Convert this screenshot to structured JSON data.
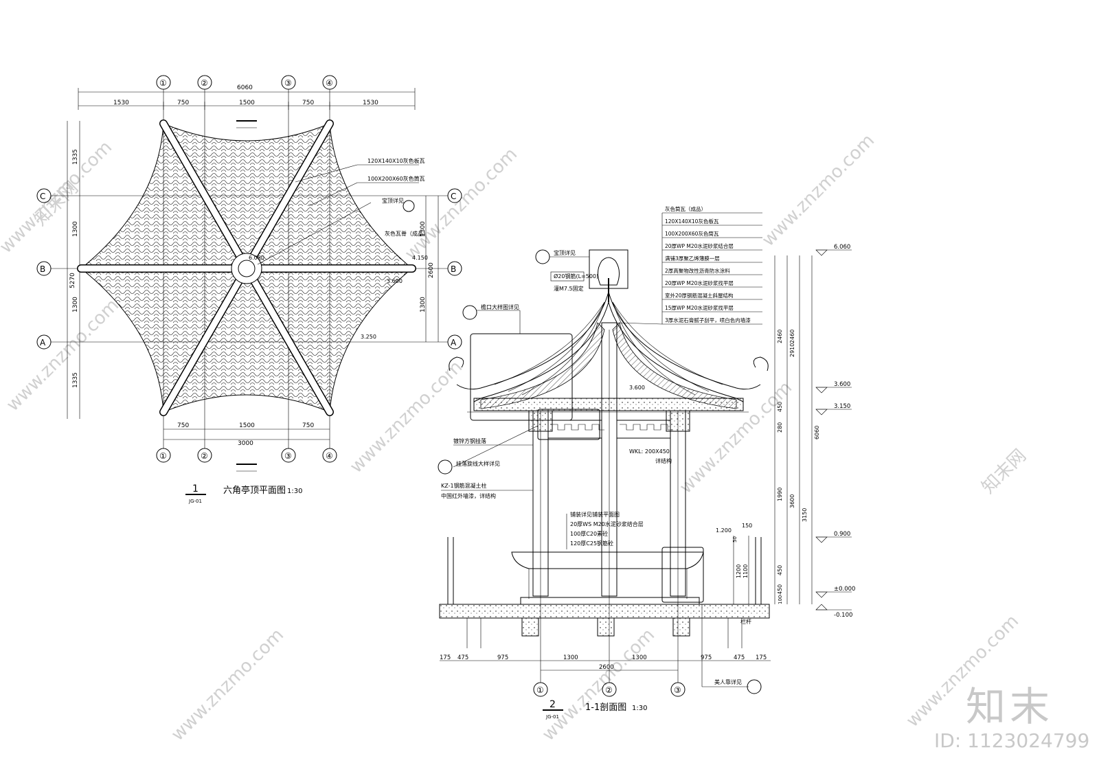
{
  "plan": {
    "title": "六角亭顶平面图",
    "scale": "1:30",
    "drawing_no": "1",
    "sheet_ref": "JG-01",
    "grid_cols": [
      "①",
      "②",
      "③",
      "④"
    ],
    "grid_rows": [
      "C",
      "B",
      "A"
    ],
    "dim_top_total": "6060",
    "dim_top_parts": [
      "1530",
      "750",
      "1500",
      "750",
      "1530"
    ],
    "dim_bottom_parts": [
      "750",
      "1500",
      "750"
    ],
    "dim_bottom_total": "3000",
    "dim_left_total": "5270",
    "dim_left_parts": [
      "1335",
      "1300",
      "1300",
      "1335"
    ],
    "dim_right_total": "2600",
    "dim_right_parts": [
      "1300",
      "1300"
    ],
    "callouts": [
      "120X140X10灰色板瓦",
      "100X200X60灰色筒瓦",
      "宝顶详见",
      "灰色瓦脊（成品）"
    ],
    "elevations": [
      "6.060",
      "4.150",
      "3.600",
      "3.250"
    ]
  },
  "section": {
    "title": "1-1剖面图",
    "scale": "1:30",
    "drawing_no": "2",
    "sheet_ref": "JG-01",
    "grid_cols": [
      "①",
      "②",
      "③"
    ],
    "roof_layers": [
      "灰色筒瓦（成品）",
      "120X140X10灰色板瓦",
      "100X200X60灰色筒瓦",
      "20厚WP M20水泥砂浆结合层",
      "满铺3厚聚乙烯薄膜一层",
      "2厚高聚物改性沥青防水涂料",
      "20厚WP M20水泥砂浆找平层",
      "室外20厚钢筋混凝土斜屋结构",
      "15厚WP M20水泥砂浆找平层",
      "3厚水泥石膏腻子刮平，喷白色内墙漆"
    ],
    "left_notes": [
      "宝顶详见",
      "Ø20钢筋(L=500)",
      "灌M7.5固定",
      "檐口大样图详见",
      "镀锌方钢挂落",
      "挂落旋线大样详见",
      "KZ-1钢筋混凝土柱",
      "中国红外墙漆，详结构"
    ],
    "floor_notes": [
      "铺装详见铺装平面图",
      "20厚WS M20水泥砂浆结合层",
      "100厚C20素砼",
      "120厚C25钢筋砼"
    ],
    "beam_note": "WKL: 200X450",
    "beam_note2": "详结构",
    "bench_note": "美人靠详见",
    "rail_note": "栏杆",
    "levels": [
      "6.060",
      "3.600",
      "3.150",
      "0.900",
      "±0.000",
      "-0.100"
    ],
    "dim_vertical_a": [
      "2460",
      "450",
      "280",
      "1990",
      "450",
      "450",
      "100"
    ],
    "dim_vertical_b": [
      "2460",
      "2910",
      "3600",
      "3150",
      "6060"
    ],
    "dim_rail": [
      "1.200",
      "50",
      "150",
      "1200",
      "1100"
    ],
    "dim_bottom_parts": [
      "175",
      "475",
      "975",
      "1300",
      "1300",
      "975",
      "475",
      "175"
    ],
    "dim_bottom_total": "2600",
    "mid_level": "3.600"
  },
  "watermark": {
    "site": "znzmo.com",
    "site_full": "www.znzmo.com",
    "brand_cn": "知末网",
    "brand_logo": "知末",
    "id_text": "ID: 1123024799"
  }
}
